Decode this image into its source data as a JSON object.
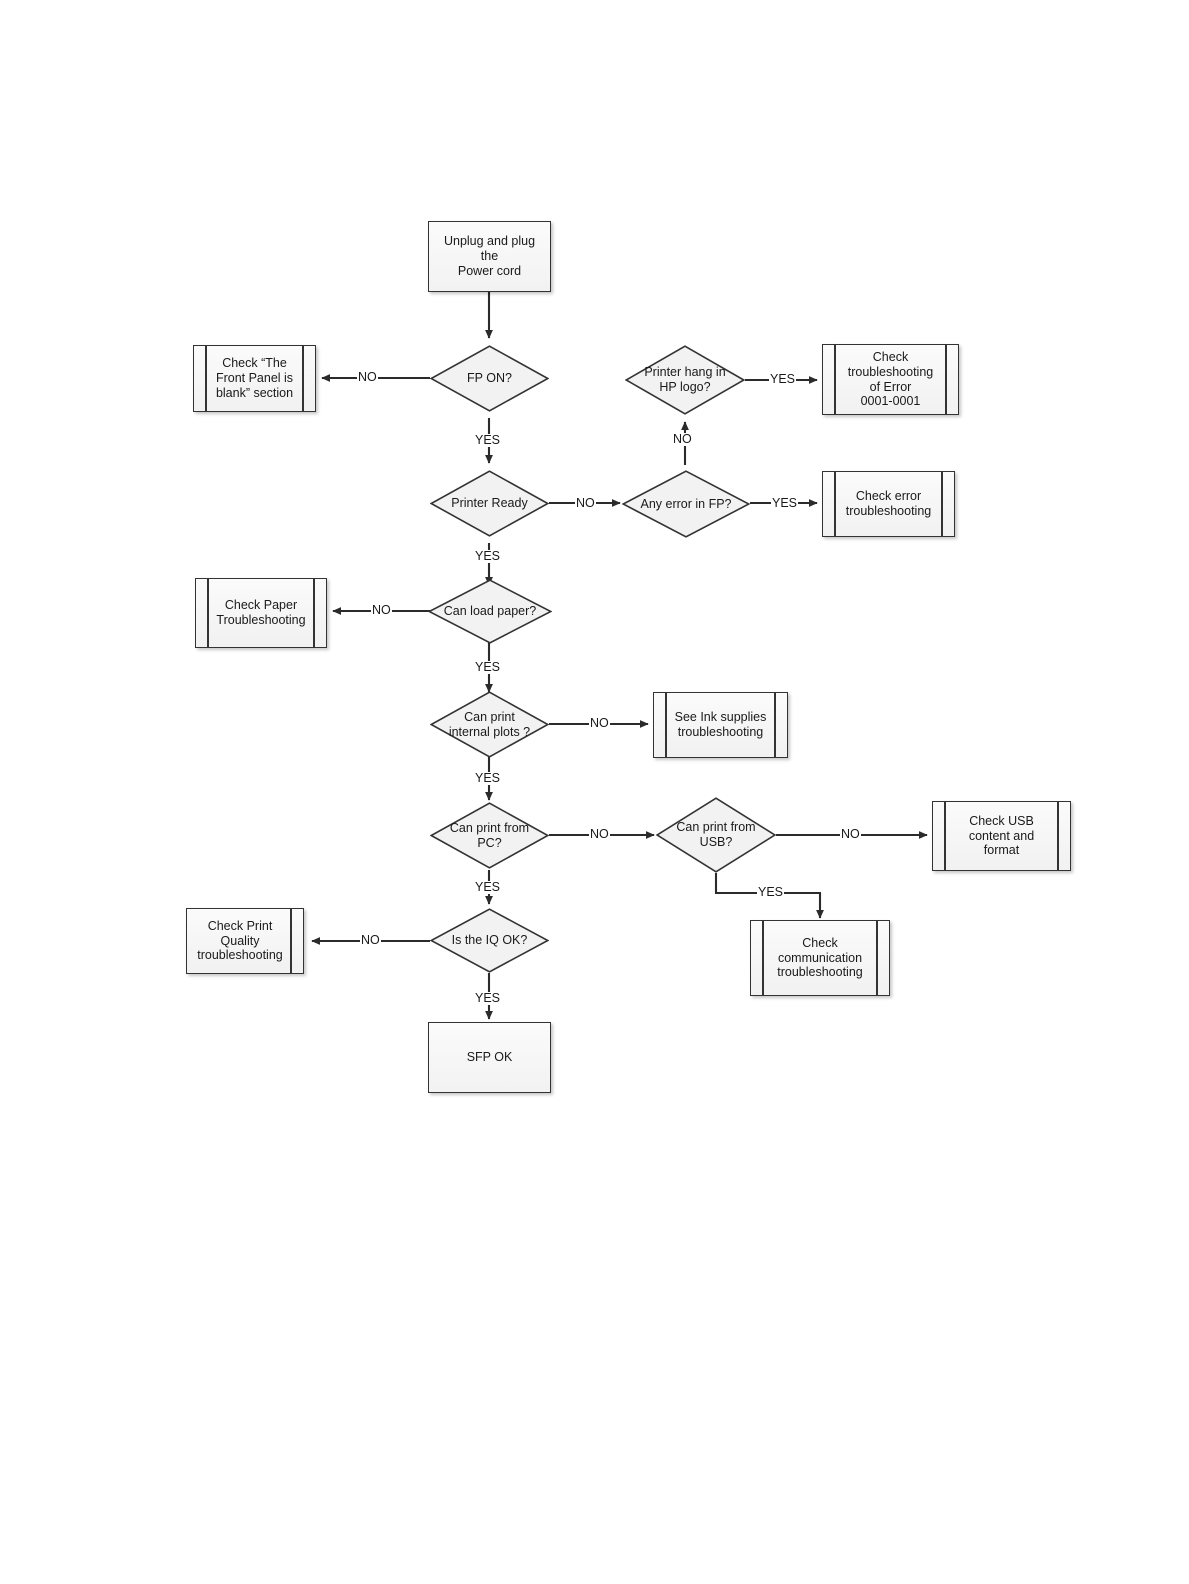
{
  "diagram": {
    "title": "Printer troubleshooting flowchart",
    "colors": {
      "page_background": "#ffffff",
      "shape_fill": "#f2f2f2",
      "shape_stroke": "#333333",
      "text": "#1a1a1a",
      "connector": "#2b2b2b"
    }
  },
  "nodes": {
    "unplug_power_cord": {
      "label": "Unplug and plug the\nPower cord",
      "shape": "process"
    },
    "fp_on": {
      "label": "FP ON?",
      "shape": "decision"
    },
    "check_front_panel_blank": {
      "label": "Check  “The\nFront Panel is\nblank” section",
      "shape": "predefined-process"
    },
    "printer_hang_hp_logo": {
      "label": "Printer hang in\nHP logo?",
      "shape": "decision"
    },
    "check_troubleshooting_error": {
      "label": "Check\ntroubleshooting\nof Error\n0001-0001",
      "shape": "predefined-process"
    },
    "printer_ready": {
      "label": "Printer Ready",
      "shape": "decision"
    },
    "any_error_in_fp": {
      "label": "Any error in FP?",
      "shape": "decision"
    },
    "check_error_troubleshooting": {
      "label": "Check error\ntroubleshooting",
      "shape": "predefined-process"
    },
    "can_load_paper": {
      "label": "Can load paper?",
      "shape": "decision"
    },
    "check_paper_troubleshooting": {
      "label": "Check Paper\nTroubleshooting",
      "shape": "predefined-process"
    },
    "can_print_internal_plots": {
      "label": "Can print\ninternal plots ?",
      "shape": "decision"
    },
    "see_ink_supplies": {
      "label": "See Ink supplies\ntroubleshooting",
      "shape": "predefined-process"
    },
    "can_print_from_pc": {
      "label": "Can print from\nPC?",
      "shape": "decision"
    },
    "can_print_from_usb": {
      "label": "Can print from\nUSB?",
      "shape": "decision"
    },
    "check_usb_content": {
      "label": "Check USB\ncontent and\nformat",
      "shape": "predefined-process"
    },
    "check_communication": {
      "label": "Check\ncommunication\ntroubleshooting",
      "shape": "predefined-process"
    },
    "is_the_iq_ok": {
      "label": "Is the IQ OK?",
      "shape": "decision"
    },
    "check_print_quality": {
      "label": "Check Print\nQuality\ntroubleshooting",
      "shape": "predefined-process"
    },
    "sfp_ok": {
      "label": "SFP OK",
      "shape": "process"
    }
  },
  "edge_labels": {
    "fp_on_no": "NO",
    "fp_on_yes": "YES",
    "hang_hp_logo_yes": "YES",
    "hang_hp_logo_no": "NO",
    "printer_ready_no": "NO",
    "printer_ready_yes": "YES",
    "any_error_fp_yes": "YES",
    "can_load_paper_no": "NO",
    "can_load_paper_yes": "YES",
    "internal_plots_no": "NO",
    "internal_plots_yes": "YES",
    "print_pc_no": "NO",
    "print_pc_yes": "YES",
    "print_usb_no": "NO",
    "print_usb_yes": "YES",
    "iq_ok_no": "NO",
    "iq_ok_yes": "YES"
  }
}
